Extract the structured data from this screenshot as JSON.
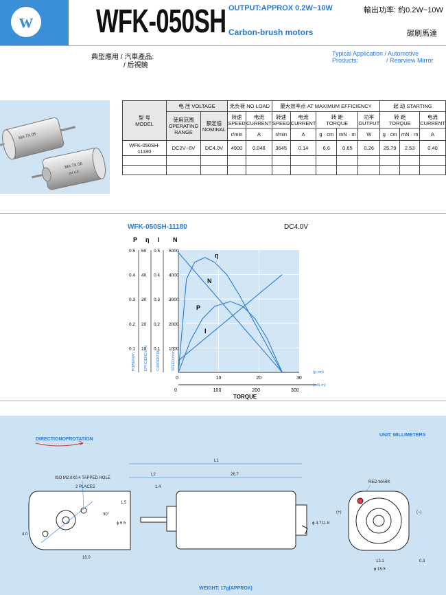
{
  "header": {
    "logo_letter": "w",
    "model_title": "WFK-050SH",
    "output_en": "OUTPUT:APPROX 0.2W~10W",
    "output_zh": "輸出功率: 約0.2W~10W",
    "type_en": "Carbon-brush motors",
    "type_zh": "碳刷馬達"
  },
  "application": {
    "zh_line1": "典型應用 / 汽車產品:",
    "zh_line2": "/ 后視鏡",
    "en_line1": "Typical Application / Automotive Products:",
    "en_line2": "/ Rearview Mirror"
  },
  "photo": {
    "motor1_label": "MA 7X 05",
    "motor2_label": "MA 7X 06",
    "motor2_sub": "0V 4.0"
  },
  "spec_table": {
    "model_zh": "型 号",
    "model_en": "MODEL",
    "voltage": "电 压 VOLTAGE",
    "no_load": "无负荷 NO LOAD",
    "max_eff": "最大效率点 AT MAXIMUM EFFICIENCY",
    "starting": "起 动 STARTING",
    "op_range_zh": "使用范围",
    "op_range_en1": "OPERATING",
    "op_range_en2": "RANGE",
    "nominal_zh": "额定值",
    "nominal_en": "NOMINAL",
    "speed_zh": "转速",
    "speed_en": "SPEED",
    "current_zh": "电流",
    "current_en": "CURRENT",
    "torque_zh": "转 距",
    "torque_en": "TORQUE",
    "output_zh": "功率",
    "output_en": "OUTPUT",
    "unit_rpm": "r/min",
    "unit_a": "A",
    "unit_gcm": "g · cm",
    "unit_mnm": "mN · m",
    "unit_w": "W",
    "row": {
      "model": "WFK-050SH-11180",
      "op_range": "DC2V~6V",
      "nominal": "DC4.0V",
      "nl_speed": "4900",
      "nl_current": "0.048",
      "me_speed": "3645",
      "me_current": "0.14",
      "me_torque_g": "6.6",
      "me_torque_mn": "0.65",
      "me_output": "0.26",
      "st_torque_g": "25.79",
      "st_torque_mn": "2.53",
      "st_current": "0.40"
    }
  },
  "chart_data": {
    "type": "line",
    "title": "WFK-050SH-11180",
    "subtitle": "DC4.0V",
    "xlabel": "TORQUE",
    "x_gcm_ticks": [
      "0",
      "10",
      "20",
      "30"
    ],
    "x_mnm_ticks": [
      "0",
      "100",
      "200",
      "300"
    ],
    "x_gcm_unit": "(g·cm)",
    "x_mnm_unit": "(mN·m)",
    "axis_headers": [
      "P",
      "η",
      "I",
      "N"
    ],
    "p_ticks": [
      "0.5",
      "0.4",
      "0.3",
      "0.2",
      "0.1"
    ],
    "eta_ticks": [
      "50",
      "40",
      "30",
      "20",
      "10"
    ],
    "i_ticks": [
      "0.5",
      "0.4",
      "0.3",
      "0.2",
      "0.1"
    ],
    "n_ticks": [
      "5000",
      "4000",
      "3000",
      "2000",
      "1000"
    ],
    "axis_labels": [
      "POWER(W)",
      "EFFICIENCY(%)",
      "CURRENT(A)",
      "SPEED(r/min)"
    ],
    "curve_labels": [
      "η",
      "N",
      "P",
      "I"
    ],
    "xlim": [
      0,
      30
    ],
    "series": [
      {
        "name": "N",
        "x": [
          0,
          25.79
        ],
        "values": [
          4900,
          0
        ]
      },
      {
        "name": "I",
        "x": [
          0,
          25.79
        ],
        "values": [
          0.048,
          0.4
        ]
      },
      {
        "name": "P",
        "x": [
          0,
          3,
          6,
          9,
          12.9,
          16,
          19,
          22,
          25.79
        ],
        "values": [
          0,
          0.13,
          0.22,
          0.27,
          0.29,
          0.27,
          0.22,
          0.14,
          0
        ]
      },
      {
        "name": "η",
        "x": [
          0,
          2,
          4,
          6.6,
          9,
          12,
          15,
          19,
          23,
          25.79
        ],
        "values": [
          0,
          38,
          45,
          47,
          45,
          40,
          32,
          20,
          8,
          0
        ]
      }
    ]
  },
  "drawing": {
    "direction": "DIRECTIONOFROTATION",
    "unit": "UNIT: MILLIMETERS",
    "tapped_hole": "ISO M2.0X0.4 TAPPED HOLE",
    "places": "2 PLACES",
    "red_mark": "RED MARK",
    "weight": "WEIGHT: 17g(APPROX)",
    "dims": {
      "l1": "L1",
      "l2": "L2",
      "d267": "26.7",
      "d14": "1.4",
      "d15": "1.5",
      "phi65": "ϕ 6.5",
      "phi47": "ϕ 4.7",
      "d118": "11.8",
      "d30": "30°",
      "d40": "4.0",
      "d100": "10.0",
      "d121": "12.1",
      "phi155": "ϕ 15.5",
      "d03": "0.3",
      "plus": "(+)",
      "minus": "(−)"
    }
  }
}
